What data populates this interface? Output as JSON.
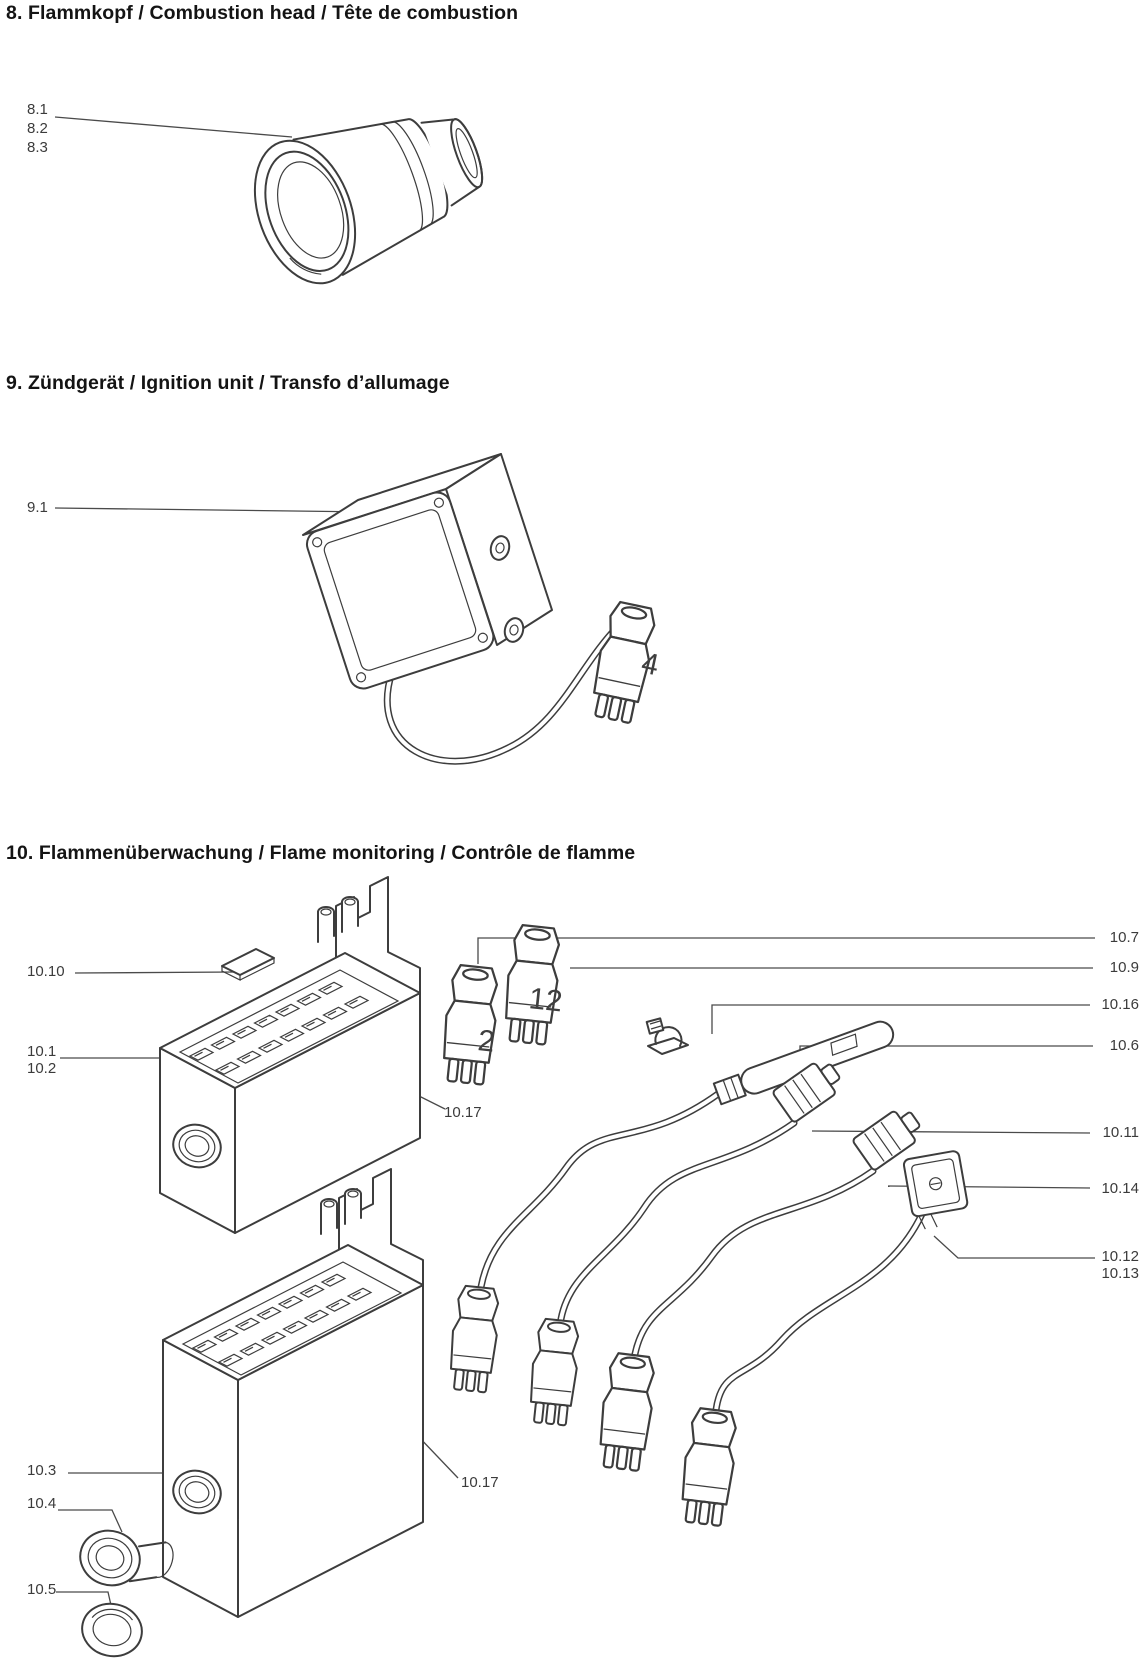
{
  "page": {
    "background": "#ffffff",
    "line_color": "#3d3d3d"
  },
  "sections": [
    {
      "title": "8. Flammkopf / Combustion head / Tête de combustion",
      "labels": [
        {
          "id": "8.1",
          "text": "8.1"
        },
        {
          "id": "8.2",
          "text": "8.2"
        },
        {
          "id": "8.3",
          "text": "8.3"
        }
      ],
      "figure": "combustion-head"
    },
    {
      "title": "9. Zündgerät / Ignition unit / Transfo d’allumage",
      "labels": [
        {
          "id": "9.1",
          "text": "9.1"
        }
      ],
      "plug_number": "4",
      "figure": "ignition-unit"
    },
    {
      "title": "10. Flammenüberwachung / Flame monitoring / Contrôle de flamme",
      "labels_left": [
        {
          "id": "10.10",
          "text": "10.10"
        },
        {
          "id": "10.1",
          "text": "10.1"
        },
        {
          "id": "10.2",
          "text": "10.2"
        },
        {
          "id": "10.17a",
          "text": "10.17"
        },
        {
          "id": "10.3",
          "text": "10.3"
        },
        {
          "id": "10.4",
          "text": "10.4"
        },
        {
          "id": "10.5",
          "text": "10.5"
        },
        {
          "id": "10.17b",
          "text": "10.17"
        }
      ],
      "labels_right": [
        {
          "id": "10.7",
          "text": "10.7"
        },
        {
          "id": "10.9",
          "text": "10.9"
        },
        {
          "id": "10.16",
          "text": "10.16"
        },
        {
          "id": "10.6",
          "text": "10.6"
        },
        {
          "id": "10.11",
          "text": "10.11"
        },
        {
          "id": "10.14",
          "text": "10.14"
        },
        {
          "id": "10.12",
          "text": "10.12"
        },
        {
          "id": "10.13",
          "text": "10.13"
        }
      ],
      "plug_numbers": [
        {
          "text": "2"
        },
        {
          "text": "12"
        }
      ],
      "figure": "flame-monitoring"
    }
  ]
}
